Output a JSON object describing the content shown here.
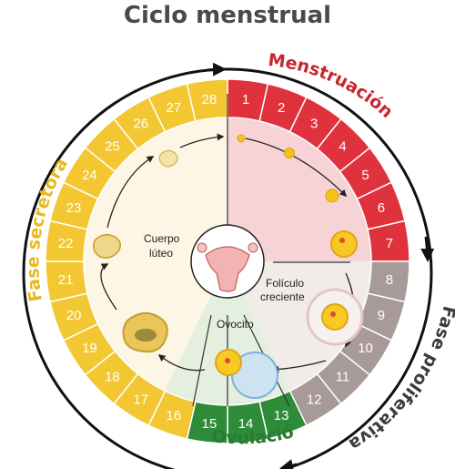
{
  "title": "Ciclo menstrual",
  "phases": {
    "menstruacion": "Menstruación",
    "proliferativa": "Fase proliferativa",
    "ovulacion": "Ovulación",
    "secretora": "Fase secretora"
  },
  "labels": {
    "cuerpo_luteo_1": "Cuerpo",
    "cuerpo_luteo_2": "lúteo",
    "foliculo_1": "Folículo",
    "foliculo_2": "creciente",
    "ovocito": "Ovocito"
  },
  "days": [
    "1",
    "2",
    "3",
    "4",
    "5",
    "6",
    "7",
    "8",
    "9",
    "10",
    "11",
    "12",
    "13",
    "14",
    "15",
    "16",
    "17",
    "18",
    "19",
    "20",
    "21",
    "22",
    "23",
    "24",
    "25",
    "26",
    "27",
    "28"
  ],
  "colors": {
    "menstruacion": "#e0323c",
    "proliferativa": "#a89a98",
    "ovulacion": "#2e8b3a",
    "secretora": "#f2c731",
    "menstruacion_text": "#c8262e",
    "proliferativa_text": "#3c3c3c",
    "ovulacion_text": "#2a7a30",
    "secretora_text": "#e8b91c"
  }
}
